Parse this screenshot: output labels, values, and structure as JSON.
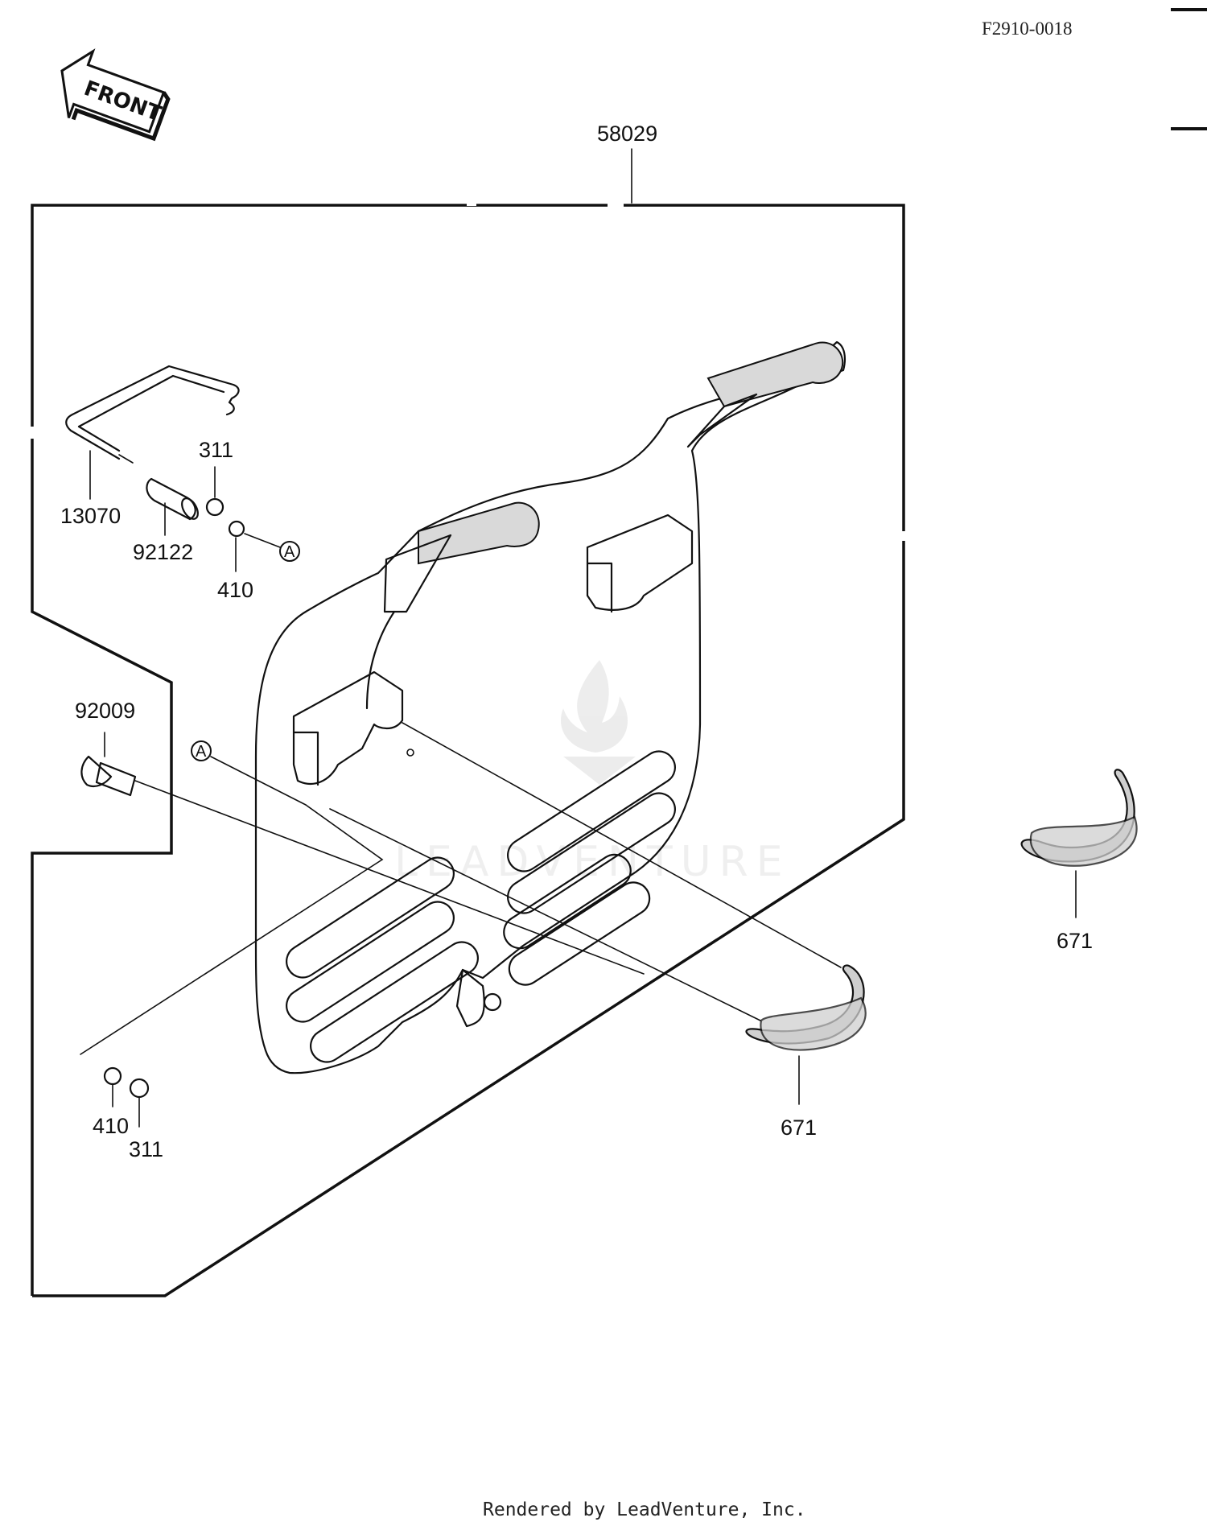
{
  "diagram_code": "F2910-0018",
  "front_label": "FRONT",
  "assembly_part": "58029",
  "parts": [
    {
      "number": "13070"
    },
    {
      "number": "311"
    },
    {
      "number": "92122"
    },
    {
      "number": "410"
    },
    {
      "number": "92009"
    },
    {
      "number": "410"
    },
    {
      "number": "311"
    },
    {
      "number": "671"
    },
    {
      "number": "671"
    }
  ],
  "callout_marker": "A",
  "watermark": "LEADVENTURE",
  "footer": "Rendered by LeadVenture, Inc.",
  "icons": [
    "front-arrow-icon",
    "flame-watermark-icon"
  ]
}
